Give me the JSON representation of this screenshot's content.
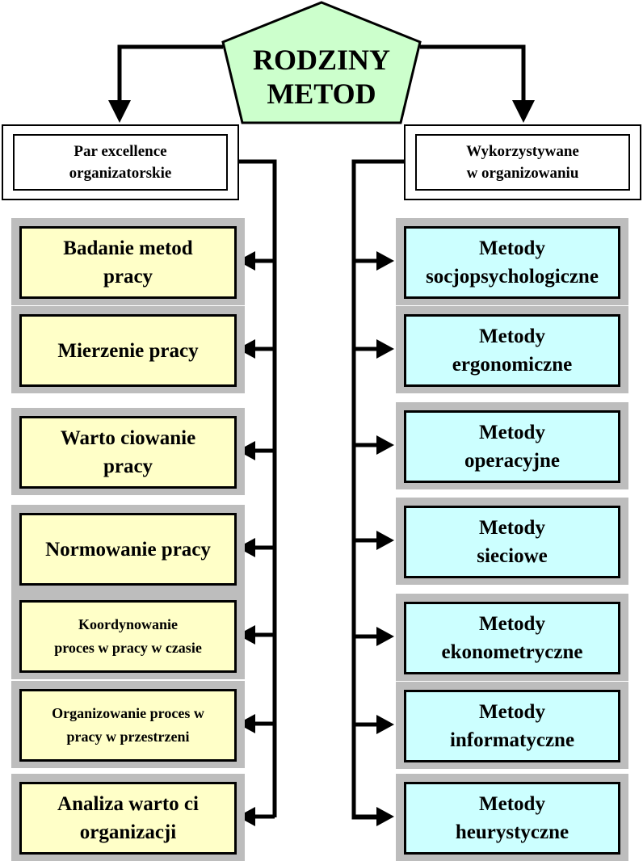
{
  "title": "RODZINY\nMETOD",
  "colors": {
    "title_fill": "#ccffcc",
    "left_fill": "#ffffc8",
    "right_fill": "#ccffff",
    "shadow": "#bdbdbd"
  },
  "left_header": "Par excellence\norganizatorskie",
  "right_header": "Wykorzystywane\nw organizowaniu",
  "left_items": [
    "Badanie metod\npracy",
    "Mierzenie pracy",
    "Warto ciowanie\npracy",
    "Normowanie pracy",
    "Koordynowanie\nproces  w pracy w czasie",
    "Organizowanie proces  w\npracy w przestrzeni",
    "Analiza warto ci\norganizacji"
  ],
  "right_items": [
    "Metody\nsocjopsychologiczne",
    "Metody\nergonomiczne",
    "Metody\noperacyjne",
    "Metody\nsieciowe",
    "Metody\nekonometryczne",
    "Metody\ninformatyczne",
    "Metody\nheurystyczne"
  ]
}
